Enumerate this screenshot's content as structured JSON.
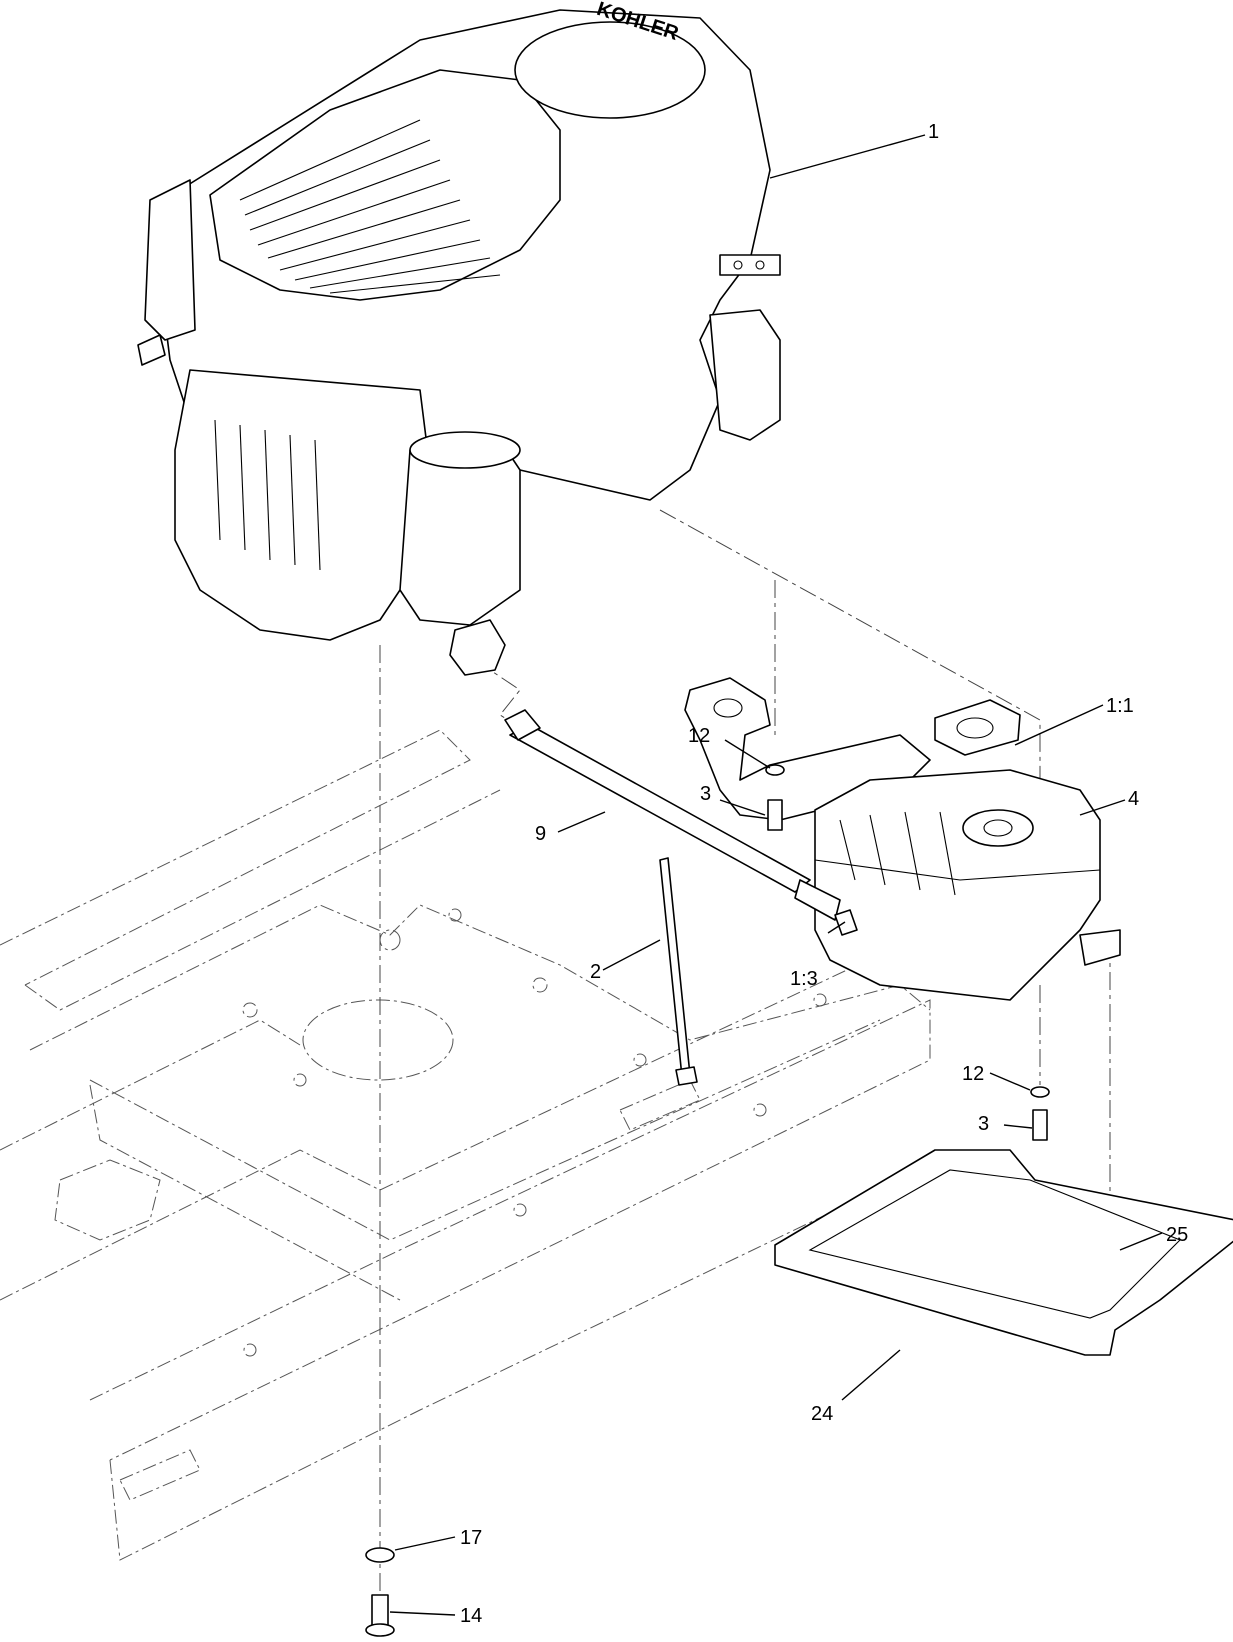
{
  "engine_brand": "KOHLER",
  "callouts": [
    {
      "id": "c1",
      "label": "1"
    },
    {
      "id": "c11",
      "label": "1:1"
    },
    {
      "id": "c12a",
      "label": "12"
    },
    {
      "id": "c3a",
      "label": "3"
    },
    {
      "id": "c4",
      "label": "4"
    },
    {
      "id": "c9",
      "label": "9"
    },
    {
      "id": "c2",
      "label": "2"
    },
    {
      "id": "c13",
      "label": "1:3"
    },
    {
      "id": "c12b",
      "label": "12"
    },
    {
      "id": "c3b",
      "label": "3"
    },
    {
      "id": "c24",
      "label": "24"
    },
    {
      "id": "c25",
      "label": "25"
    },
    {
      "id": "c17",
      "label": "17"
    },
    {
      "id": "c14",
      "label": "14"
    }
  ]
}
